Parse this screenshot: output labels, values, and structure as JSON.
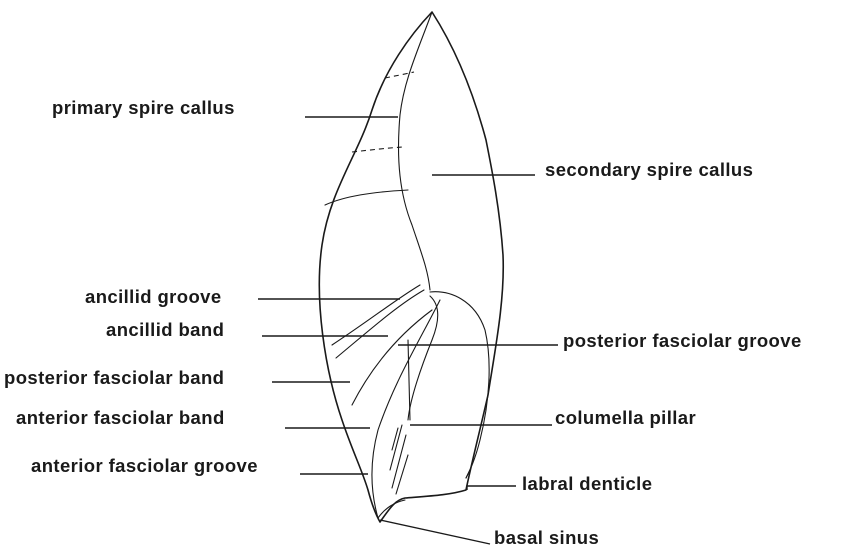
{
  "labels": {
    "primary_spire_callus": "primary spire callus",
    "secondary_spire_callus": "secondary spire callus",
    "ancillid_groove": "ancillid groove",
    "ancillid_band": "ancillid band",
    "posterior_fasciolar_groove": "posterior fasciolar groove",
    "posterior_fasciolar_band": "posterior fasciolar band",
    "anterior_fasciolar_band": "anterior fasciolar band",
    "columella_pillar": "columella pillar",
    "anterior_fasciolar_groove": "anterior fasciolar groove",
    "labral_denticle": "labral denticle",
    "basal_sinus": "basal sinus"
  },
  "colors": {
    "ink": "#1a1a1a",
    "background": "#ffffff"
  }
}
